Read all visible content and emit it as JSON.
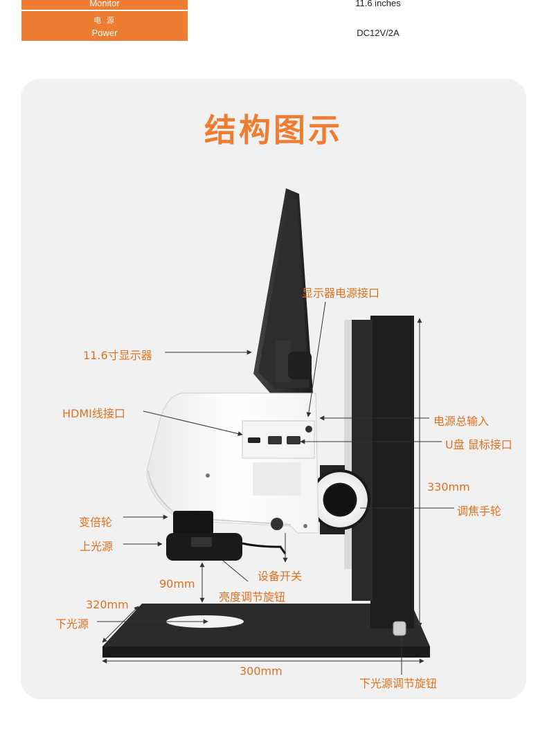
{
  "specs": [
    {
      "label_en": "Monitor",
      "value": "11.6 inches"
    },
    {
      "label_zh": "电 源",
      "label_en": "Power",
      "value": "DC12V/2A"
    }
  ],
  "title": "结构图示",
  "labels": {
    "monitor_power_port": "显示器电源接口",
    "display": "11.6寸显示器",
    "hdmi_port": "HDMI线接口",
    "power_input": "电源总输入",
    "usb_ports": "U盘 鼠标接口",
    "height": "330mm",
    "focus_wheel": "调焦手轮",
    "zoom_wheel": "变倍轮",
    "upper_light": "上光源",
    "device_switch": "设备开关",
    "working_distance": "90mm",
    "brightness_knob": "亮度调节旋钮",
    "base_depth": "320mm",
    "lower_light": "下光源",
    "base_width": "300mm",
    "lower_light_knob": "下光源调节旋钮"
  },
  "colors": {
    "accent": "#ee7d31",
    "label": "#e0701f",
    "card": "#f1f1f1"
  }
}
